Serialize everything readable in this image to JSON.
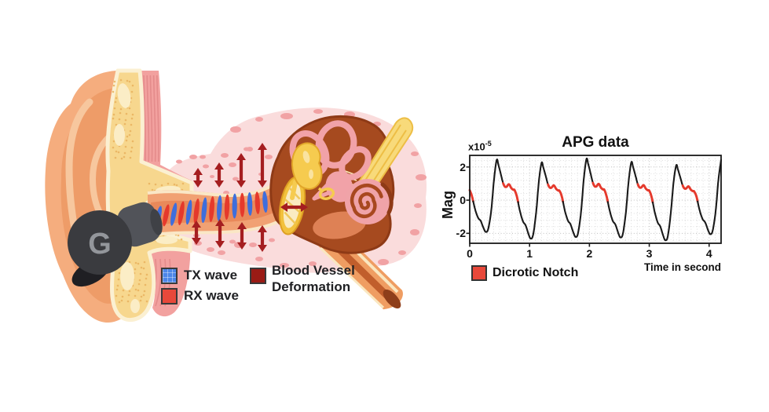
{
  "figure": {
    "ear_illustration": {
      "earbud_logo": "G",
      "legend": {
        "tx": {
          "label": "TX wave",
          "color": "#4c86e8"
        },
        "rx": {
          "label": "RX wave",
          "color": "#e8483a"
        },
        "vessel": {
          "label_line1": "Blood Vessel",
          "label_line2": "Deformation",
          "color": "#9a1b15"
        }
      },
      "arrow_color": "#a51e20",
      "tx_wave_color": "#3e6edc",
      "rx_wave_color": "#e5392c"
    }
  },
  "chart_data": {
    "type": "line",
    "title": "APG data",
    "ylabel": "Mag",
    "scale_label": {
      "mantissa": "x10",
      "exponent": "-5"
    },
    "xlabel": "Time in second",
    "xlim": [
      0,
      4.2
    ],
    "ylim": [
      -2.6,
      2.7
    ],
    "xticks": [
      0,
      1,
      2,
      3,
      4
    ],
    "yticks": [
      2,
      0,
      -2
    ],
    "grid": true,
    "period_s": 0.75,
    "num_cycles": 6,
    "peak_heights": [
      2.42,
      2.25,
      2.48,
      2.28,
      2.1,
      2.42
    ],
    "trough_depths": [
      -1.92,
      -2.32,
      -2.22,
      -2.25,
      -2.42,
      -2.05
    ],
    "cycle_keypoints": [
      [
        0,
        0.6
      ],
      [
        0.04,
        0.2
      ],
      [
        0.09,
        -0.55
      ],
      [
        0.14,
        -1.05
      ],
      [
        0.185,
        -1.25
      ],
      [
        0.235,
        -1.7
      ],
      [
        0.27,
        -1.9
      ],
      [
        0.31,
        -1.7
      ],
      [
        0.36,
        -0.6
      ],
      [
        0.405,
        1.2
      ],
      [
        0.45,
        2.4
      ],
      [
        0.48,
        2.1
      ],
      [
        0.52,
        1.55
      ],
      [
        0.555,
        1.05
      ],
      [
        0.585,
        0.82
      ],
      [
        0.615,
        0.8
      ],
      [
        0.655,
        0.95
      ],
      [
        0.695,
        0.72
      ],
      [
        0.73,
        0.62
      ],
      [
        0.75,
        0.6
      ]
    ],
    "notch_phase_interval": [
      0.555,
      0.8
    ],
    "line_color": "#1a1a1a",
    "notch_color": "#e5392c",
    "legend": {
      "label": "Dicrotic Notch",
      "color": "#e8483a"
    }
  }
}
